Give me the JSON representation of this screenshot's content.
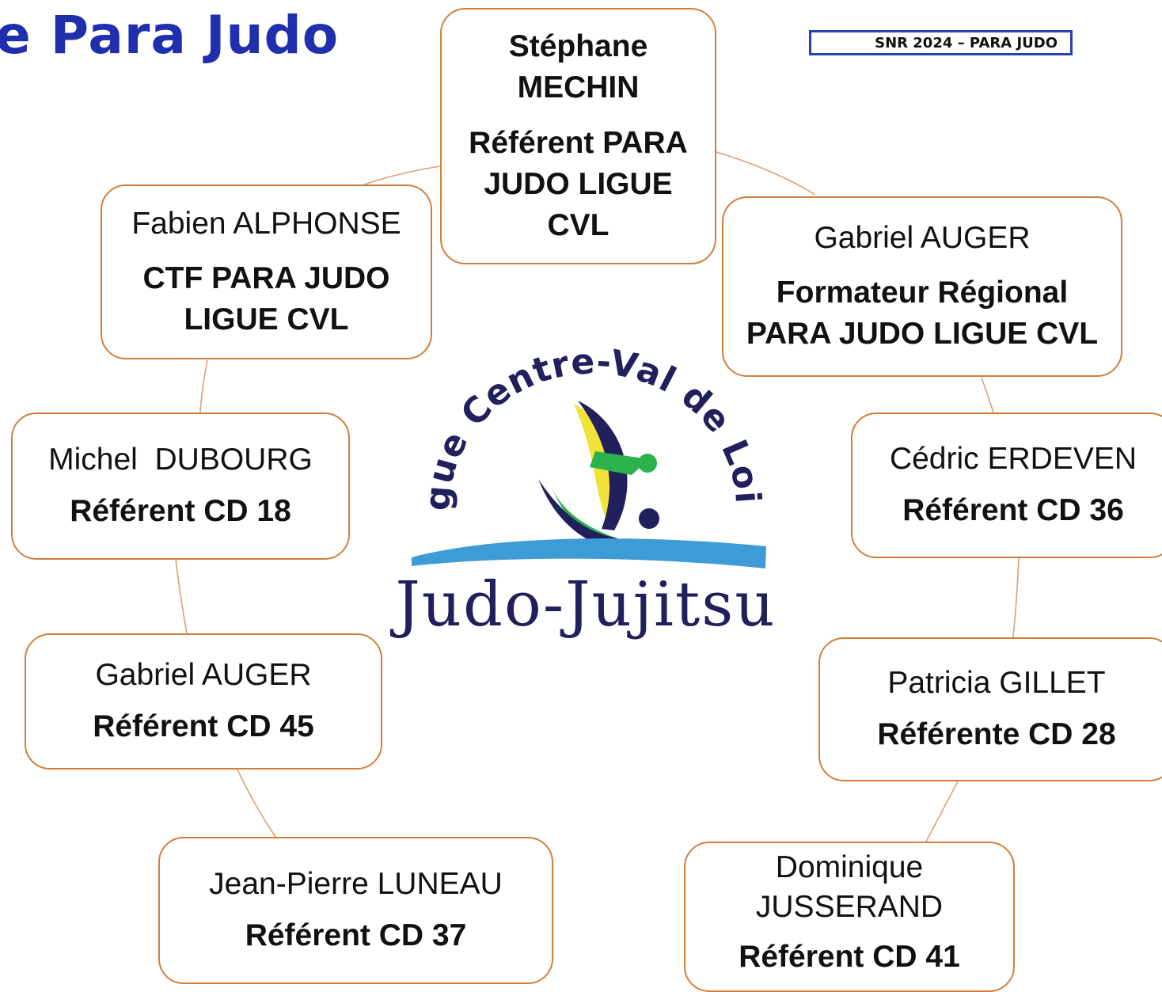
{
  "header": {
    "title": "e Para Judo",
    "badge": "SNR 2024 – PARA JUDO"
  },
  "logo": {
    "arc_text": "Ligue Centre-Val de Loire",
    "wordmark": "Judo-Jujitsu"
  },
  "nodes": {
    "top": {
      "name": "Stéphane MECHIN",
      "role": "Référent PARA JUDO LIGUE CVL"
    },
    "alphonse": {
      "name": "Fabien ALPHONSE",
      "role": "CTF PARA JUDO LIGUE CVL"
    },
    "auger_regional": {
      "name": "Gabriel AUGER",
      "role": "Formateur Régional PARA JUDO LIGUE CVL"
    },
    "dubourg": {
      "name": "Michel  DUBOURG",
      "role": "Référent CD 18"
    },
    "erdeven": {
      "name": "Cédric ERDEVEN",
      "role": "Référent CD 36"
    },
    "auger_cd45": {
      "name": "Gabriel AUGER",
      "role": "Référent CD 45"
    },
    "gillet": {
      "name": "Patricia GILLET",
      "role": "Référente CD 28"
    },
    "luneau": {
      "name": "Jean-Pierre LUNEAU",
      "role": "Référent CD 37"
    },
    "jusserand": {
      "name": "Dominique JUSSERAND",
      "role": "Référent CD 41"
    }
  },
  "colors": {
    "title": "#1f2fae",
    "node_border": "#d27f3c",
    "connector": "#e0a070",
    "logo_navy": "#22205c",
    "logo_green": "#2bb24c",
    "logo_yellow": "#f2e33a",
    "logo_blue": "#3d9bd6"
  }
}
